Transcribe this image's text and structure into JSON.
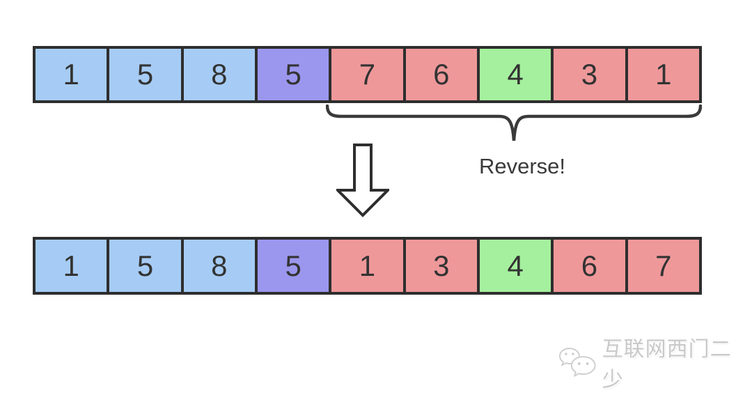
{
  "diagram": {
    "description": "Array partial reverse illustration",
    "annotation": {
      "label": "Reverse!"
    }
  },
  "colors": {
    "cell_blue": "#a6ccf5",
    "cell_purple": "#9b97ee",
    "cell_red": "#ef989a",
    "cell_green": "#a5f09e",
    "border": "#2e2e2e",
    "number_text": "#333333",
    "annotation_text": "#3a3a3a",
    "watermark_gray": "#c9c9c9"
  },
  "top_array": {
    "cells": [
      {
        "value": "1",
        "color": "cell_blue"
      },
      {
        "value": "5",
        "color": "cell_blue"
      },
      {
        "value": "8",
        "color": "cell_blue"
      },
      {
        "value": "5",
        "color": "cell_purple"
      },
      {
        "value": "7",
        "color": "cell_red"
      },
      {
        "value": "6",
        "color": "cell_red"
      },
      {
        "value": "4",
        "color": "cell_green"
      },
      {
        "value": "3",
        "color": "cell_red"
      },
      {
        "value": "1",
        "color": "cell_red"
      }
    ]
  },
  "bottom_array": {
    "cells": [
      {
        "value": "1",
        "color": "cell_blue"
      },
      {
        "value": "5",
        "color": "cell_blue"
      },
      {
        "value": "8",
        "color": "cell_blue"
      },
      {
        "value": "5",
        "color": "cell_purple"
      },
      {
        "value": "1",
        "color": "cell_red"
      },
      {
        "value": "3",
        "color": "cell_red"
      },
      {
        "value": "4",
        "color": "cell_green"
      },
      {
        "value": "6",
        "color": "cell_red"
      },
      {
        "value": "7",
        "color": "cell_red"
      }
    ]
  },
  "icons": {
    "brace": "curly-brace",
    "arrow": "down-arrow-icon",
    "watermark_icon": "wechat-icon"
  },
  "watermark": {
    "text": "互联网西门二少"
  }
}
